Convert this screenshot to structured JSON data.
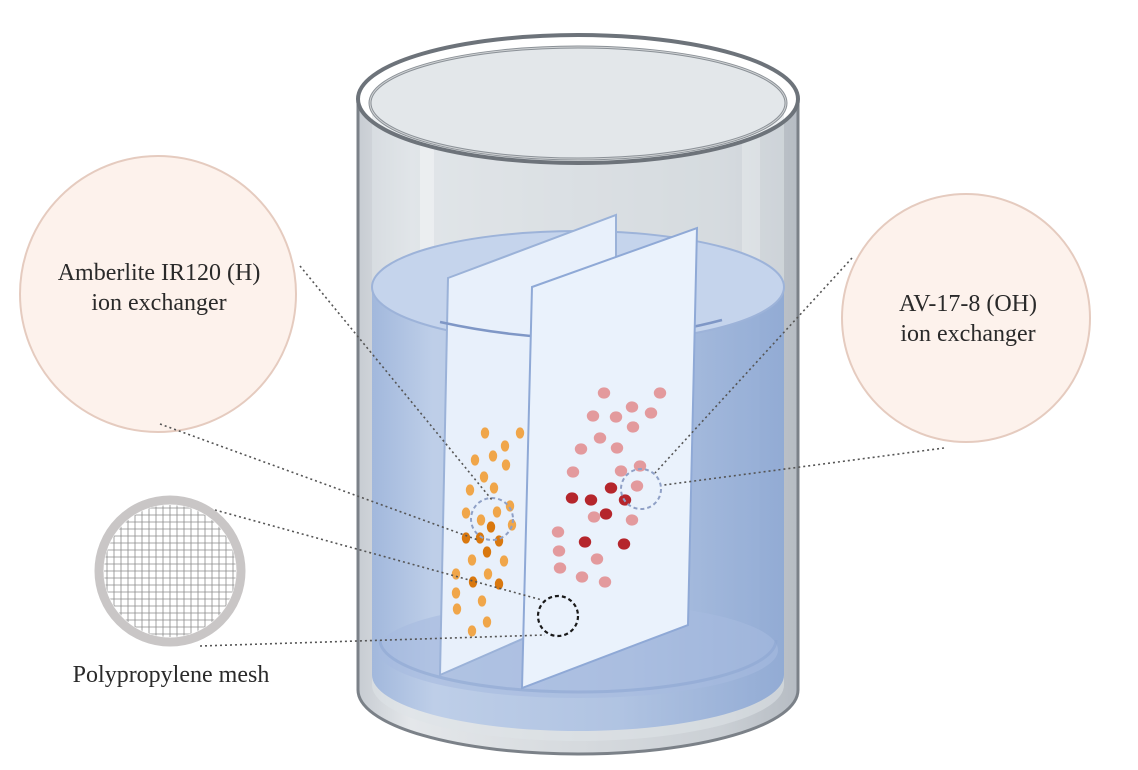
{
  "labels": {
    "amberlite": {
      "line1": "Amberlite IR120 (H)",
      "line2": "ion exchanger"
    },
    "av178": {
      "line1": "AV-17-8 (OH)",
      "line2": "ion exchanger"
    },
    "mesh": "Polypropylene mesh"
  },
  "colors": {
    "callout_fill": "#fdf2ec",
    "callout_stroke": "#e5cbbf",
    "water": "#b8cae6",
    "glass": "#d9dde2",
    "glass_rim": "#6d737a",
    "sheet": "#e9f1fb",
    "cation_bead": "#f0a64a",
    "cation_bead_dark": "#d9780f",
    "anion_bead": "#e39a9d",
    "anion_bead_dark": "#b5262c",
    "mesh_ring": "#c9c6c6"
  }
}
